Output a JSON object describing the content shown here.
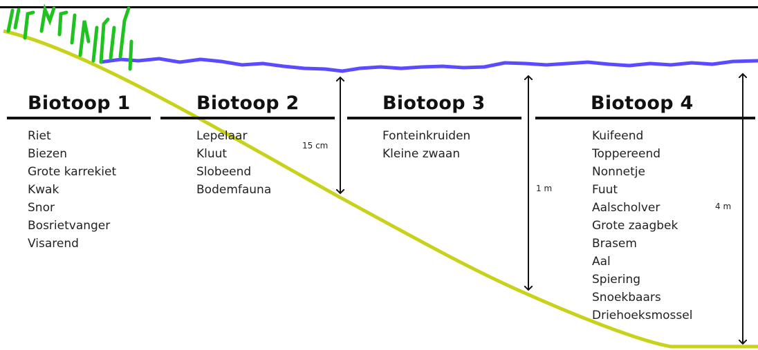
{
  "biotopes": [
    {
      "title": "Biotoop 1",
      "species": [
        "Riet",
        "Biezen",
        "Grote karrekiet",
        "Kwak",
        "Snor",
        "Bosrietvanger",
        "Visarend"
      ]
    },
    {
      "title": "Biotoop 2",
      "species": [
        "Lepelaar",
        "Kluut",
        "Slobeend",
        "Bodemfauna"
      ]
    },
    {
      "title": "Biotoop 3",
      "species": [
        "Fonteinkruiden",
        "Kleine zwaan"
      ]
    },
    {
      "title": "Biotoop 4",
      "species": [
        "Kuifeend",
        "Toppereend",
        "Nonnetje",
        "Fuut",
        "Aalscholver",
        "Grote zaagbek",
        "Brasem",
        "Aal",
        "Spiering",
        "Snoekbaars",
        "Driehoeksmossel"
      ]
    }
  ],
  "depths": [
    "15 cm",
    "1 m",
    "4 m"
  ],
  "colors": {
    "water": "#5a4bff",
    "bottom": "#c8d21a",
    "reeds": "#1fc21f",
    "text": "#222222"
  }
}
